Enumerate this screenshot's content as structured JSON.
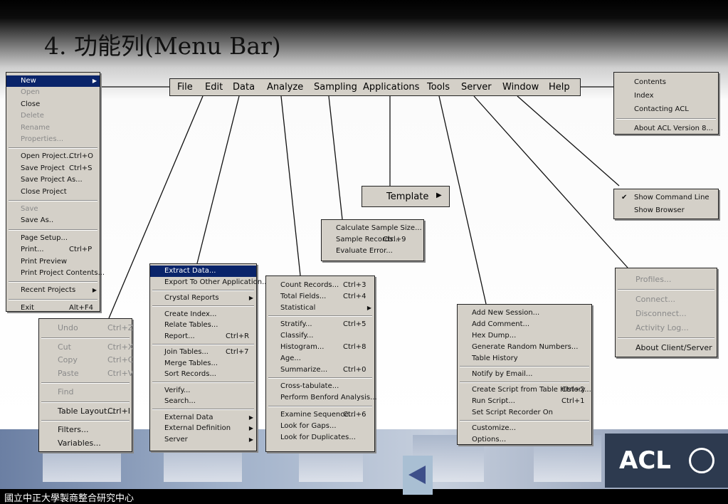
{
  "title": "4.  功能列(Menu Bar)",
  "menubar": [
    "File",
    "Edit",
    "Data",
    "Analyze",
    "Sampling",
    "Applications",
    "Tools",
    "Server",
    "Window",
    "Help"
  ],
  "file_menu": [
    {
      "label": "New",
      "sc": "",
      "arrow": true,
      "sel": true
    },
    {
      "label": "Open",
      "sc": "",
      "dis": true
    },
    {
      "label": "Close",
      "sc": ""
    },
    {
      "label": "Delete",
      "sc": "",
      "dis": true
    },
    {
      "label": "Rename",
      "sc": "",
      "dis": true
    },
    {
      "label": "Properties...",
      "sc": "",
      "dis": true
    },
    {
      "sep": true
    },
    {
      "label": "Open Project...",
      "sc": "Ctrl+O"
    },
    {
      "label": "Save Project",
      "sc": "Ctrl+S"
    },
    {
      "label": "Save Project As...",
      "sc": ""
    },
    {
      "label": "Close Project",
      "sc": ""
    },
    {
      "sep": true
    },
    {
      "label": "Save",
      "sc": "",
      "dis": true
    },
    {
      "label": "Save As..",
      "sc": ""
    },
    {
      "sep": true
    },
    {
      "label": "Page Setup...",
      "sc": ""
    },
    {
      "label": "Print...",
      "sc": "Ctrl+P"
    },
    {
      "label": "Print Preview",
      "sc": ""
    },
    {
      "label": "Print Project Contents...",
      "sc": ""
    },
    {
      "sep": true
    },
    {
      "label": "Recent Projects",
      "sc": "",
      "arrow": true
    },
    {
      "sep": true
    },
    {
      "label": "Exit",
      "sc": "Alt+F4"
    }
  ],
  "edit_menu": [
    {
      "label": "Undo",
      "sc": "Ctrl+Z",
      "dis": true
    },
    {
      "sep": true
    },
    {
      "label": "Cut",
      "sc": "Ctrl+X",
      "dis": true
    },
    {
      "label": "Copy",
      "sc": "Ctrl+C",
      "dis": true
    },
    {
      "label": "Paste",
      "sc": "Ctrl+V",
      "dis": true
    },
    {
      "sep": true
    },
    {
      "label": "Find",
      "sc": "",
      "dis": true
    },
    {
      "sep": true
    },
    {
      "label": "Table Layout...",
      "sc": "Ctrl+I"
    },
    {
      "sep": true
    },
    {
      "label": "Filters...",
      "sc": ""
    },
    {
      "label": "Variables...",
      "sc": ""
    }
  ],
  "data_menu": [
    {
      "label": "Extract Data...",
      "sc": "",
      "sel": true
    },
    {
      "label": "Export To Other Application...",
      "sc": ""
    },
    {
      "sep": true
    },
    {
      "label": "Crystal Reports",
      "sc": "",
      "arrow": true
    },
    {
      "sep": true
    },
    {
      "label": "Create Index...",
      "sc": ""
    },
    {
      "label": "Relate Tables...",
      "sc": ""
    },
    {
      "label": "Report...",
      "sc": "Ctrl+R"
    },
    {
      "sep": true
    },
    {
      "label": "Join Tables...",
      "sc": "Ctrl+7"
    },
    {
      "label": "Merge Tables...",
      "sc": ""
    },
    {
      "label": "Sort Records...",
      "sc": ""
    },
    {
      "sep": true
    },
    {
      "label": "Verify...",
      "sc": ""
    },
    {
      "label": "Search...",
      "sc": ""
    },
    {
      "sep": true
    },
    {
      "label": "External Data",
      "sc": "",
      "arrow": true
    },
    {
      "label": "External Definition",
      "sc": "",
      "arrow": true
    },
    {
      "label": "Server",
      "sc": "",
      "arrow": true
    }
  ],
  "analyze_menu": [
    {
      "label": "Count Records...",
      "sc": "Ctrl+3"
    },
    {
      "label": "Total Fields...",
      "sc": "Ctrl+4"
    },
    {
      "label": "Statistical",
      "sc": "",
      "arrow": true
    },
    {
      "sep": true
    },
    {
      "label": "Stratify...",
      "sc": "Ctrl+5"
    },
    {
      "label": "Classify...",
      "sc": ""
    },
    {
      "label": "Histogram...",
      "sc": "Ctrl+8"
    },
    {
      "label": "Age...",
      "sc": ""
    },
    {
      "label": "Summarize...",
      "sc": "Ctrl+0"
    },
    {
      "sep": true
    },
    {
      "label": "Cross-tabulate...",
      "sc": ""
    },
    {
      "label": "Perform Benford Analysis...",
      "sc": ""
    },
    {
      "sep": true
    },
    {
      "label": "Examine Sequence...",
      "sc": "Ctrl+6"
    },
    {
      "label": "Look for Gaps...",
      "sc": ""
    },
    {
      "label": "Look for Duplicates...",
      "sc": ""
    }
  ],
  "sampling_menu": [
    {
      "label": "Calculate Sample Size...",
      "sc": ""
    },
    {
      "label": "Sample Records...",
      "sc": "Ctrl+9"
    },
    {
      "label": "Evaluate Error...",
      "sc": ""
    }
  ],
  "template_label": "Template",
  "tools_menu": [
    {
      "label": "Add New Session...",
      "sc": ""
    },
    {
      "label": "Add Comment...",
      "sc": ""
    },
    {
      "label": "Hex Dump...",
      "sc": ""
    },
    {
      "label": "Generate Random Numbers...",
      "sc": ""
    },
    {
      "label": "Table History",
      "sc": ""
    },
    {
      "sep": true
    },
    {
      "label": "Notify by Email...",
      "sc": ""
    },
    {
      "sep": true
    },
    {
      "label": "Create Script from Table History...",
      "sc": "Ctrl+2"
    },
    {
      "label": "Run Script...",
      "sc": "Ctrl+1"
    },
    {
      "label": "Set Script Recorder On",
      "sc": ""
    },
    {
      "sep": true
    },
    {
      "label": "Customize...",
      "sc": ""
    },
    {
      "label": "Options...",
      "sc": ""
    }
  ],
  "help_menu": [
    {
      "label": "Contents",
      "sc": ""
    },
    {
      "label": "Index",
      "sc": ""
    },
    {
      "label": "Contacting ACL",
      "sc": ""
    },
    {
      "sep": true
    },
    {
      "label": "About ACL Version 8...",
      "sc": ""
    }
  ],
  "window_menu": [
    {
      "label": "Show Command Line",
      "sc": "",
      "check": true
    },
    {
      "label": "Show Browser",
      "sc": ""
    }
  ],
  "server_menu": [
    {
      "label": "Profiles...",
      "sc": "",
      "dis": true
    },
    {
      "sep": true
    },
    {
      "label": "Connect...",
      "sc": "",
      "dis": true
    },
    {
      "label": "Disconnect...",
      "sc": "",
      "dis": true
    },
    {
      "label": "Activity Log...",
      "sc": "",
      "dis": true
    },
    {
      "sep": true
    },
    {
      "label": "About Client/Server",
      "sc": ""
    }
  ],
  "footer_logo": "ACL",
  "footer_text": "國立中正大學製商整合研究中心"
}
